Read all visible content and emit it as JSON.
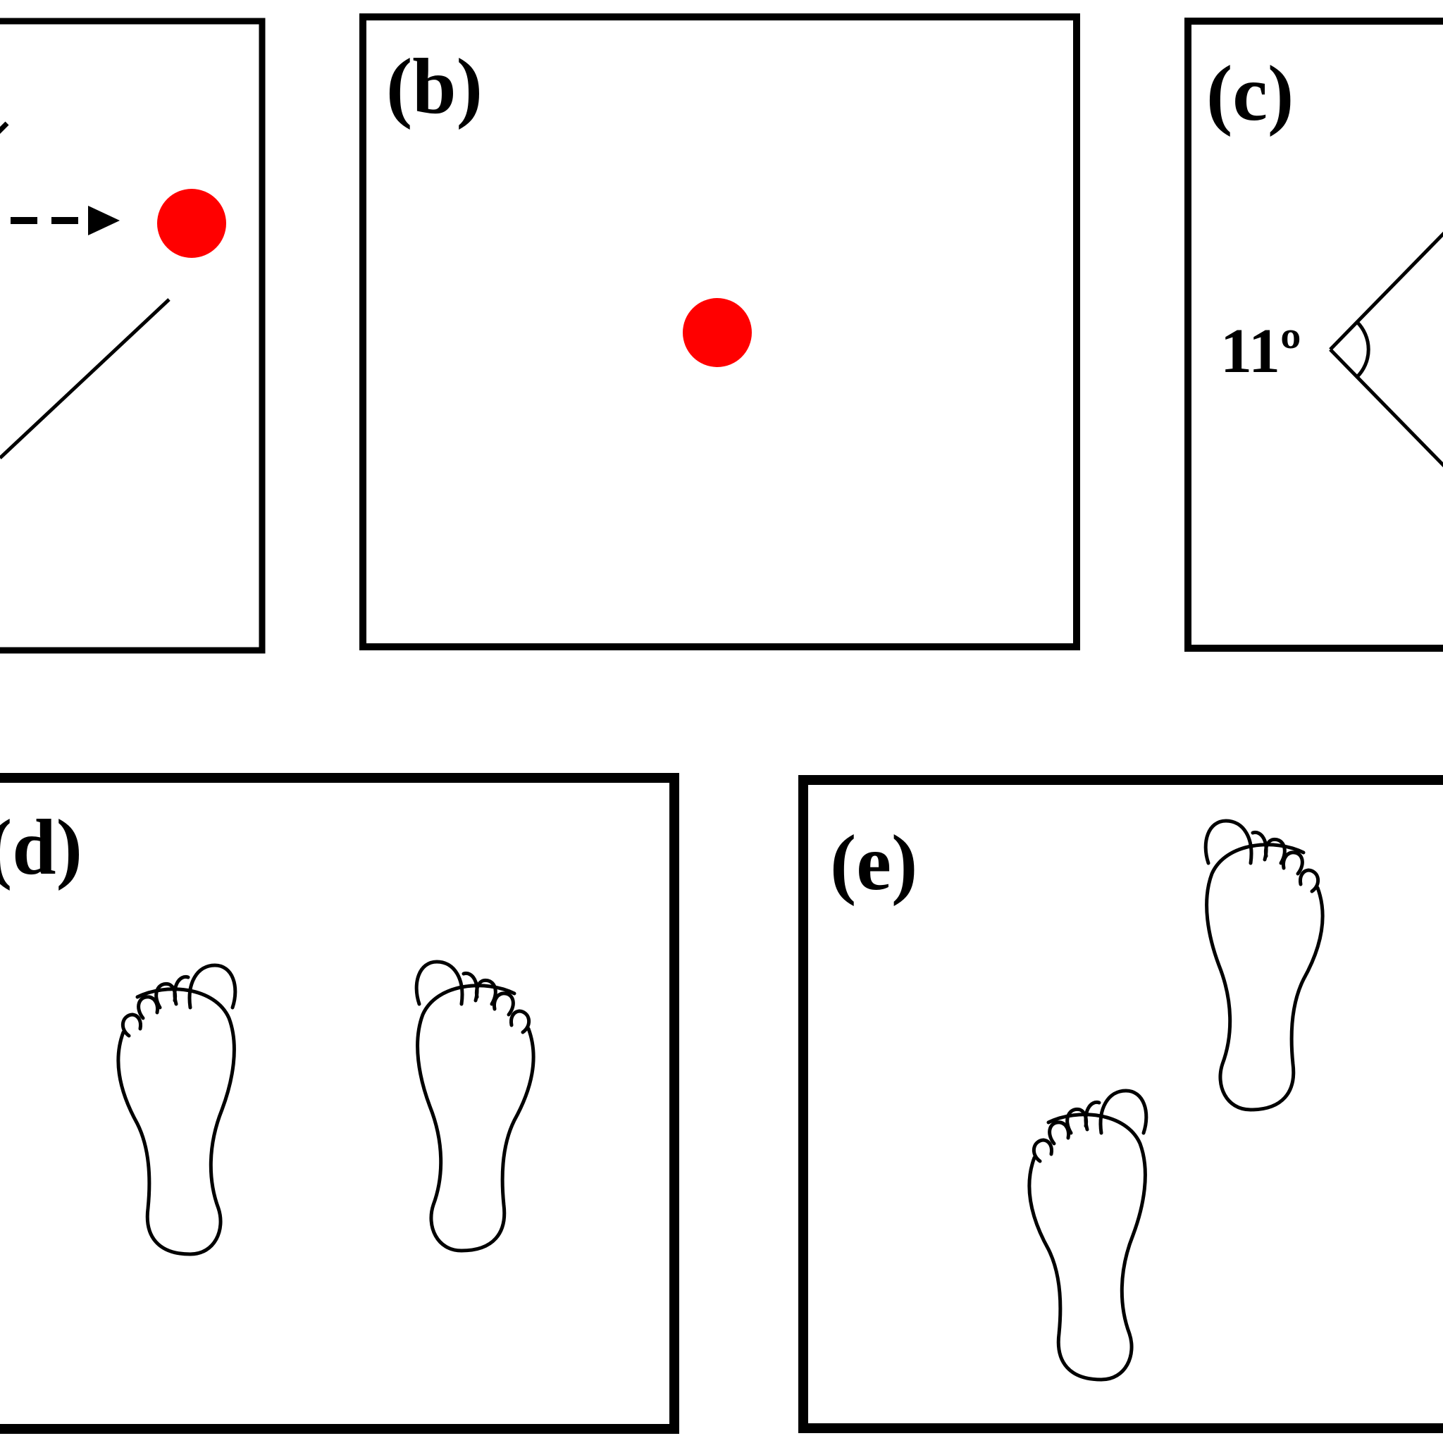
{
  "panels": {
    "a": {
      "label": "",
      "target_color": "#ff0000"
    },
    "b": {
      "label": "(b)",
      "target_color": "#ff0000"
    },
    "c": {
      "label": "(c)",
      "angle_label": "11º"
    },
    "d": {
      "label": "(d)",
      "stance": "parallel",
      "footprint_icon": "bare-footprint-icon"
    },
    "e": {
      "label": "(e)",
      "stance": "tandem",
      "footprint_icon": "bare-footprint-icon"
    }
  },
  "colors": {
    "frame": "#000000",
    "target": "#ff0000",
    "background": "#ffffff"
  }
}
